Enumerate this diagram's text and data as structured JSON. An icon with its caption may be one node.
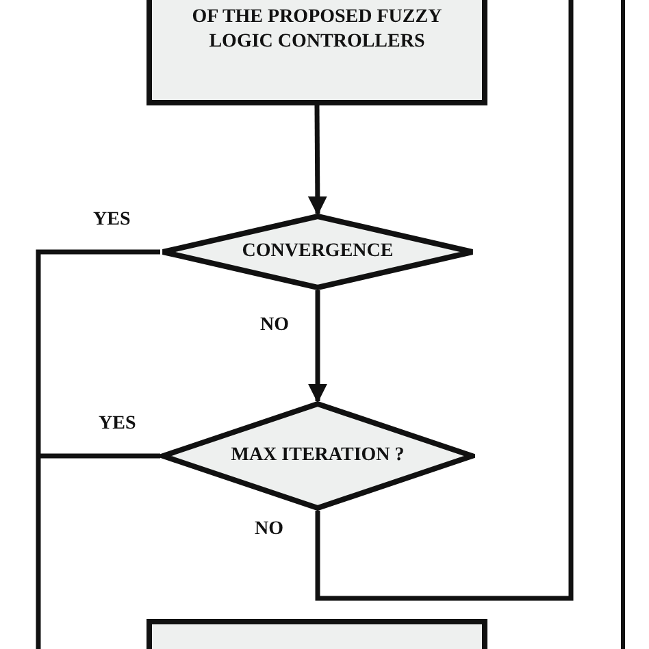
{
  "diagram": {
    "nodes": [
      {
        "text": [
          "OF THE PROPOSED FUZZY LOGIC CONTROLLERS"
        ]
      },
      {
        "text": [
          "CONVERGENCE"
        ]
      },
      {
        "text": [
          "MAX ITERATION ?"
        ]
      },
      {
        "text": [],
        "shape": "box"
      }
    ],
    "edges": [
      {
        "from": 0,
        "to": 1,
        "arrow": "to"
      },
      {
        "from": 1,
        "to": 2,
        "arrow": "to",
        "label": "NO"
      },
      {
        "from": 1,
        "to": null,
        "arrow": "none",
        "label": "YES"
      },
      {
        "from": 2,
        "to": null,
        "arrow": "none",
        "label": "YES"
      },
      {
        "from": 2,
        "to": null,
        "arrow": "none",
        "label": "NO"
      }
    ]
  }
}
